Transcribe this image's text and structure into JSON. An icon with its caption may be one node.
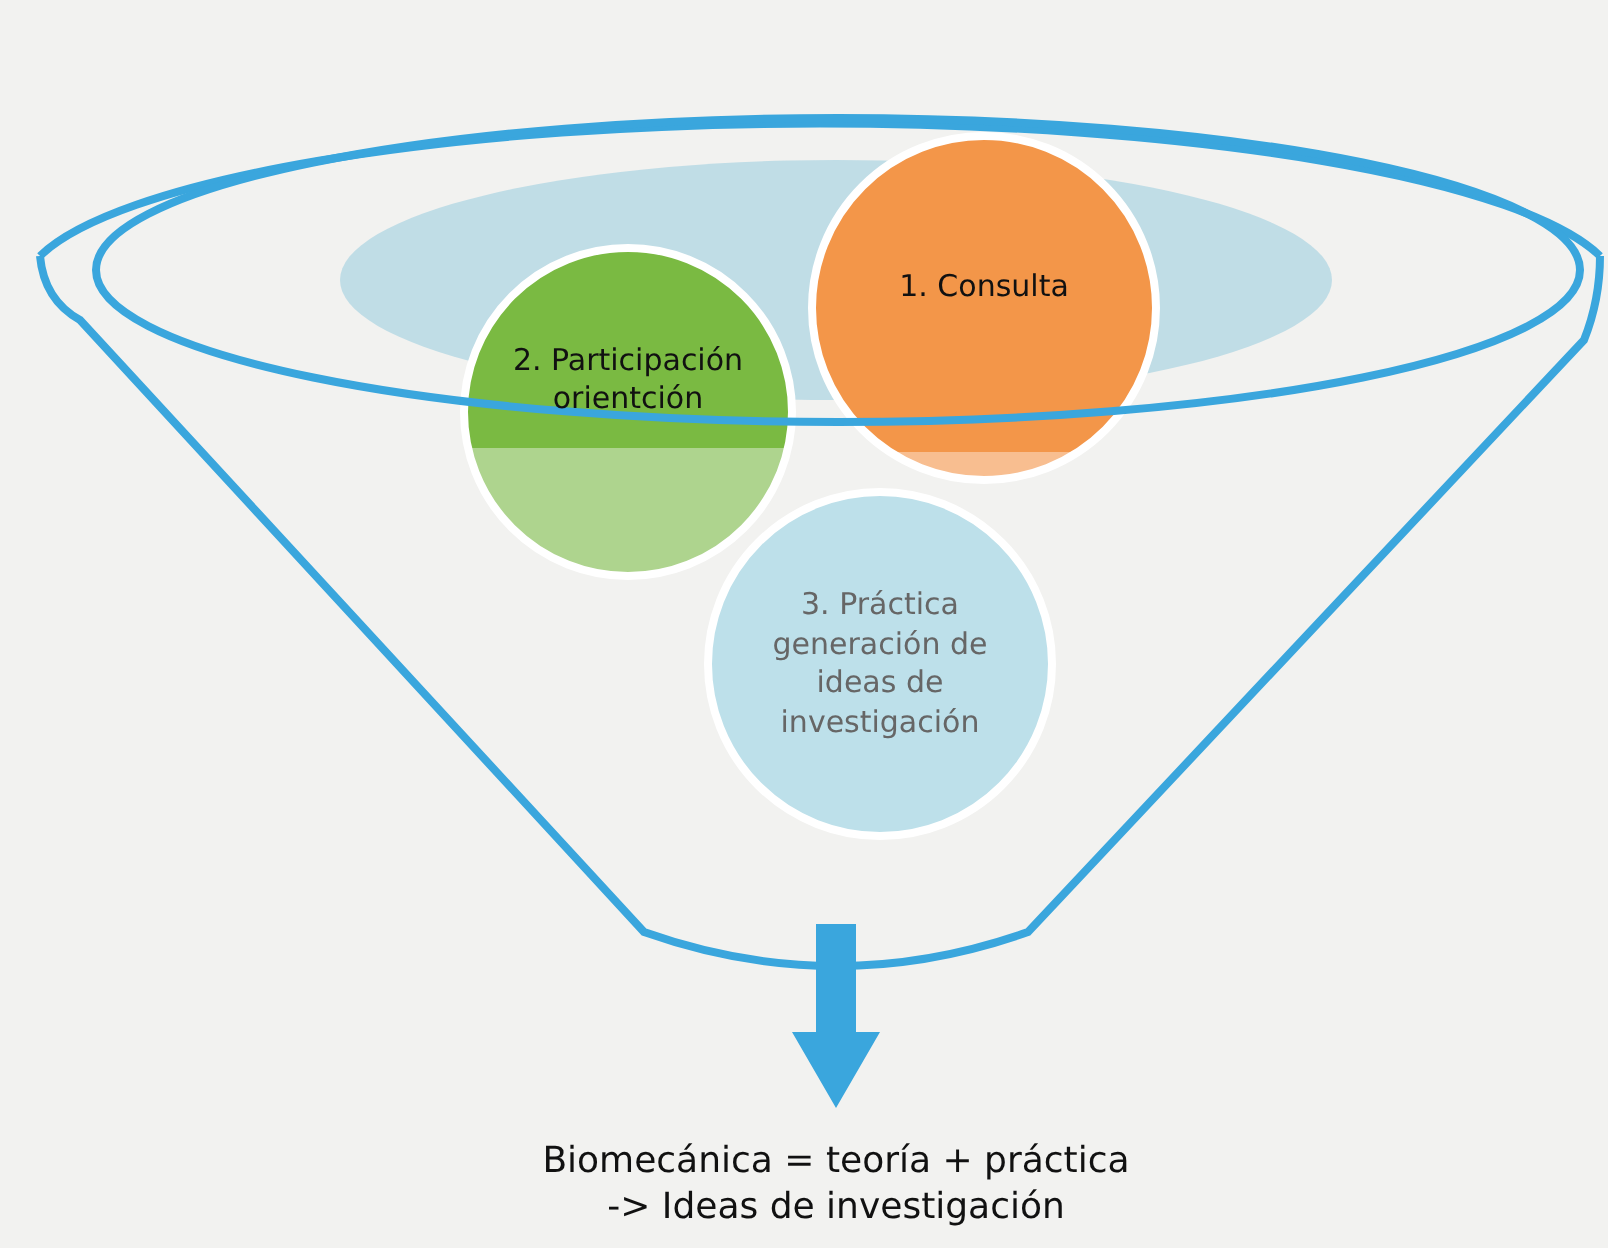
{
  "diagram": {
    "nodes": [
      {
        "text": [],
        "shape": "funnel"
      },
      {
        "text": [
          "1. Consulta"
        ],
        "in": 0
      },
      {
        "text": [
          "2. Participación orientción"
        ],
        "in": 0
      },
      {
        "text": [
          "3. Práctica generación de ideas de investigación"
        ],
        "in": 0
      },
      {
        "text": [
          "Biomecánica = teoría + práctica -> Ideas de investigación"
        ]
      }
    ],
    "edges": [
      {
        "from": 0,
        "to": 4,
        "arrow": "to",
        "style": "thick"
      }
    ]
  }
}
